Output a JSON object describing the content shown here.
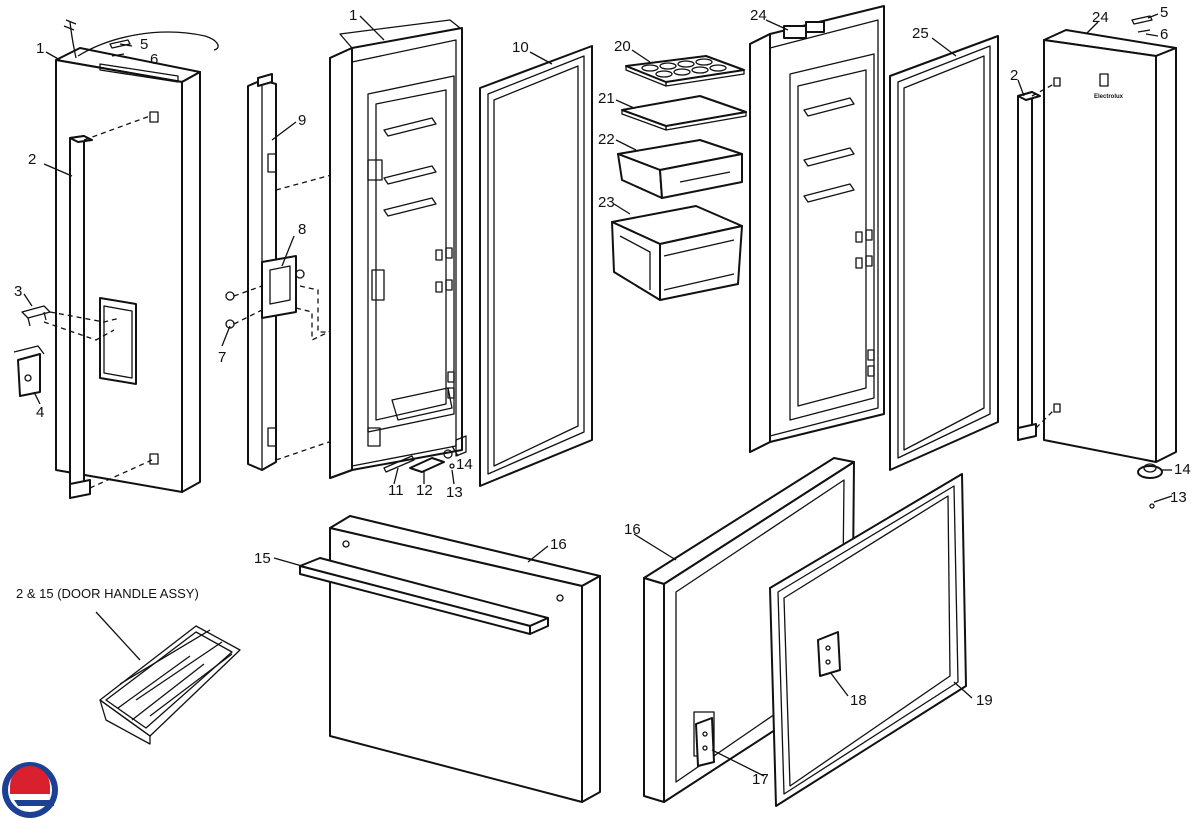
{
  "callouts": [
    "1",
    "2",
    "3",
    "4",
    "5",
    "6",
    "7",
    "8",
    "9",
    "10",
    "11",
    "12",
    "13",
    "14",
    "15",
    "16",
    "17",
    "18",
    "19",
    "20",
    "21",
    "22",
    "23",
    "24",
    "25"
  ],
  "caption": "2 & 15 (DOOR HANDLE ASSY)",
  "door_brand_text": "Electrolux",
  "colors": {
    "logo_red": "#d8202e",
    "logo_blue": "#1d3f94",
    "line": "#111111"
  }
}
